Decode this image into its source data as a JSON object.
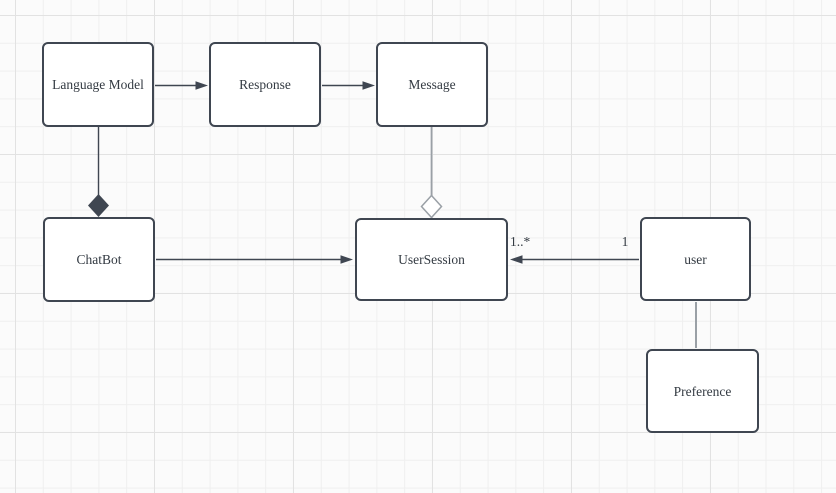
{
  "diagram": {
    "type": "uml-class-diagram",
    "nodes": [
      {
        "label": "Language Model"
      },
      {
        "label": "Response"
      },
      {
        "label": "Message"
      },
      {
        "label": "ChatBot"
      },
      {
        "label": "UserSession"
      },
      {
        "label": "user"
      },
      {
        "label": "Preference"
      }
    ],
    "edges": [
      {
        "from": "Language Model",
        "to": "Response",
        "type": "directed-arrow"
      },
      {
        "from": "Response",
        "to": "Message",
        "type": "directed-arrow"
      },
      {
        "from": "Language Model",
        "to": "ChatBot",
        "type": "composition",
        "marker": "filled-diamond"
      },
      {
        "from": "Message",
        "to": "UserSession",
        "type": "aggregation",
        "marker": "hollow-diamond"
      },
      {
        "from": "ChatBot",
        "to": "UserSession",
        "type": "directed-arrow"
      },
      {
        "from": "user",
        "to": "UserSession",
        "type": "directed-arrow",
        "source_label": "1",
        "target_label": "1..*"
      },
      {
        "from": "user",
        "to": "Preference",
        "type": "association"
      }
    ],
    "colors": {
      "node_border": "#3f4651",
      "node_fill": "#ffffff",
      "dark_edge": "#3f4651",
      "light_edge": "#9aa0a6",
      "text": "#333a42",
      "grid_minor": "#efefef",
      "grid_major": "#e2e2e2",
      "background": "#fbfbfb"
    }
  }
}
